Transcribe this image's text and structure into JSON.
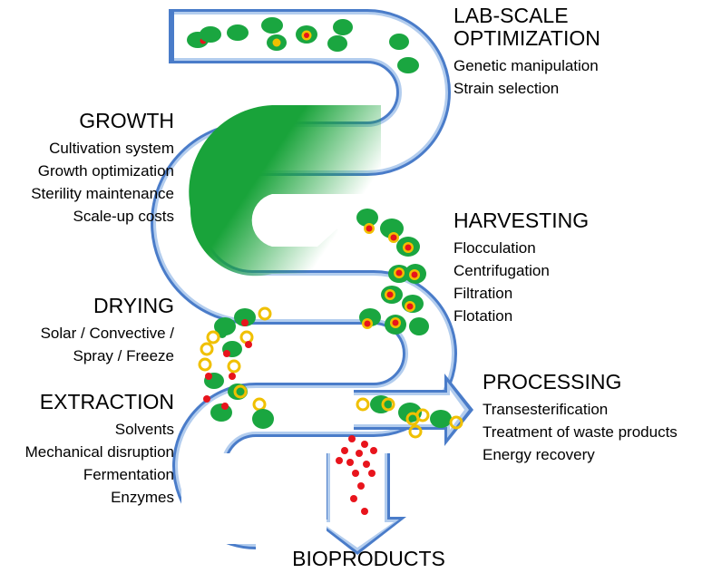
{
  "stages": {
    "lab_scale": {
      "title_line1": "LAB-SCALE",
      "title_line2": "OPTIMIZATION",
      "items": [
        "Genetic manipulation",
        "Strain selection"
      ]
    },
    "growth": {
      "title": "GROWTH",
      "items": [
        "Cultivation system",
        "Growth optimization",
        "Sterility maintenance",
        "Scale-up costs"
      ]
    },
    "harvesting": {
      "title": "HARVESTING",
      "items": [
        "Flocculation",
        "Centrifugation",
        "Filtration",
        "Flotation"
      ]
    },
    "drying": {
      "title": "DRYING",
      "items": [
        "Solar / Convective /",
        "Spray / Freeze"
      ]
    },
    "extraction": {
      "title": "EXTRACTION",
      "items": [
        "Solvents",
        "Mechanical disruption",
        "Fermentation",
        "Enzymes"
      ]
    },
    "processing": {
      "title": "PROCESSING",
      "items": [
        "Transesterification",
        "Treatment of waste products",
        "Energy recovery"
      ]
    },
    "bioproducts": {
      "title": "BIOPRODUCTS"
    }
  },
  "colors": {
    "pipe_outline": "#4a7cc9",
    "pipe_fill": "#b3cdee",
    "pipe_inner": "#ffffff",
    "culture_green": "#19a33a",
    "cell_green": "#1aa640",
    "lipid_red": "#e8141c",
    "lipid_yellow": "#f0c000",
    "text": "#000000"
  }
}
